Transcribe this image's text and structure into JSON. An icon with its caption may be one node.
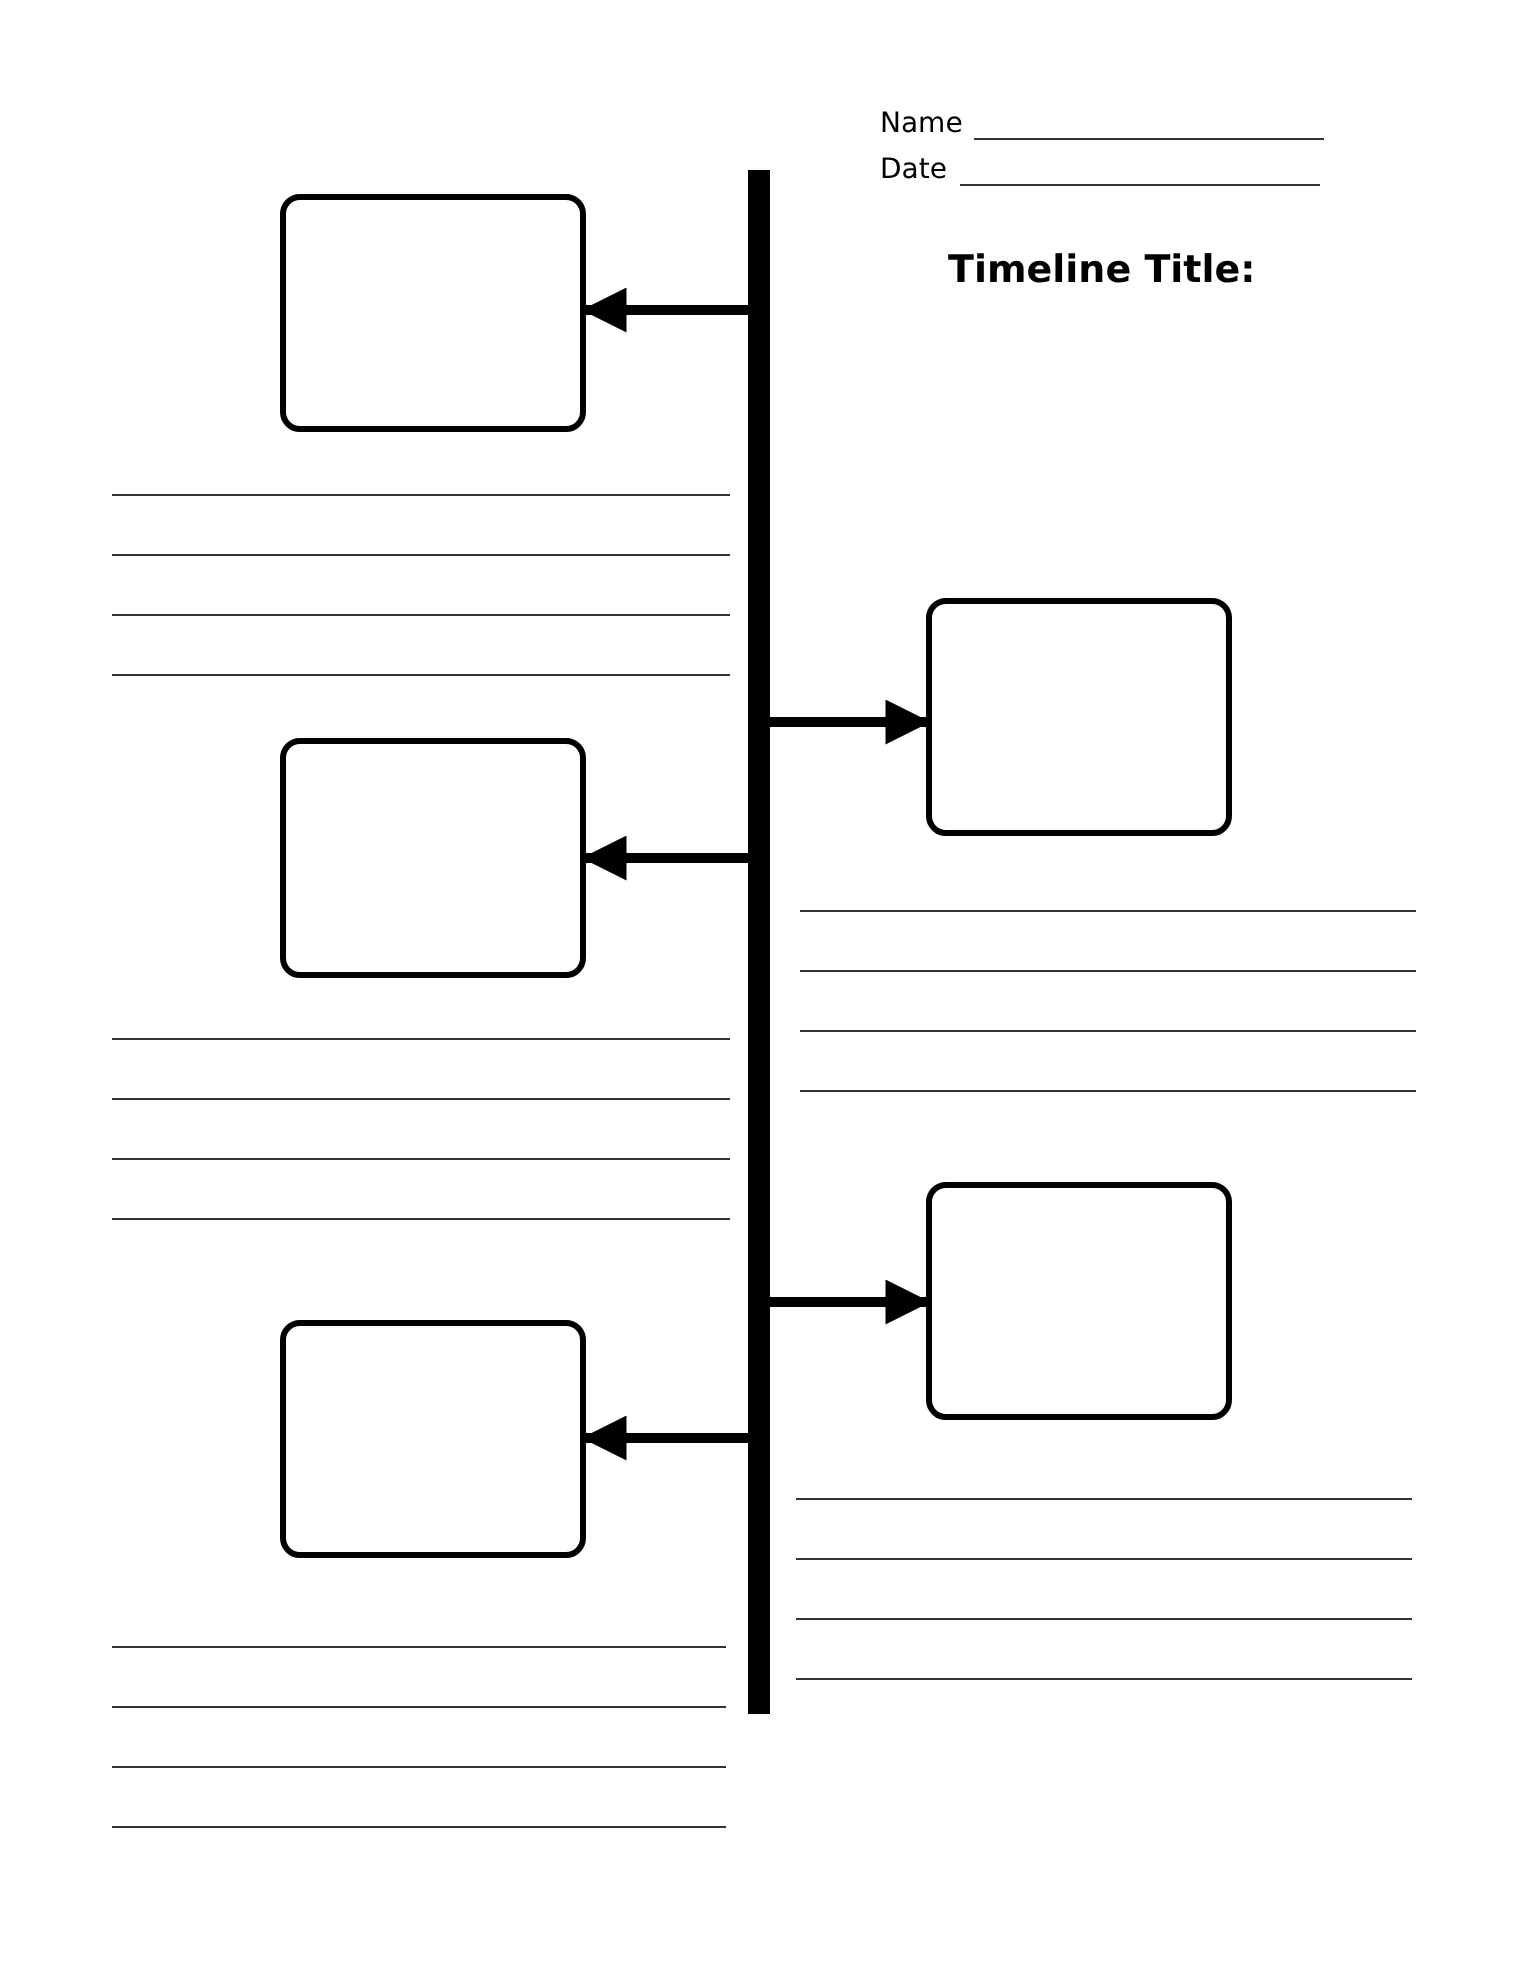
{
  "diagram": {
    "title": "Timeline Title:",
    "nodes": [
      {
        "text": [],
        "shape": "bar"
      },
      {
        "text": [],
        "shape": "box"
      },
      {
        "text": [],
        "shape": "box"
      },
      {
        "text": [],
        "shape": "box"
      },
      {
        "text": [],
        "shape": "box"
      },
      {
        "text": [],
        "shape": "box"
      }
    ],
    "edges": [
      {
        "from": 0,
        "to": 1,
        "arrow": "to"
      },
      {
        "from": 0,
        "to": 2,
        "arrow": "to"
      },
      {
        "from": 0,
        "to": 3,
        "arrow": "to"
      },
      {
        "from": 0,
        "to": 4,
        "arrow": "to"
      },
      {
        "from": 0,
        "to": 5,
        "arrow": "to"
      }
    ],
    "labels": [
      "Name",
      "Date"
    ]
  }
}
